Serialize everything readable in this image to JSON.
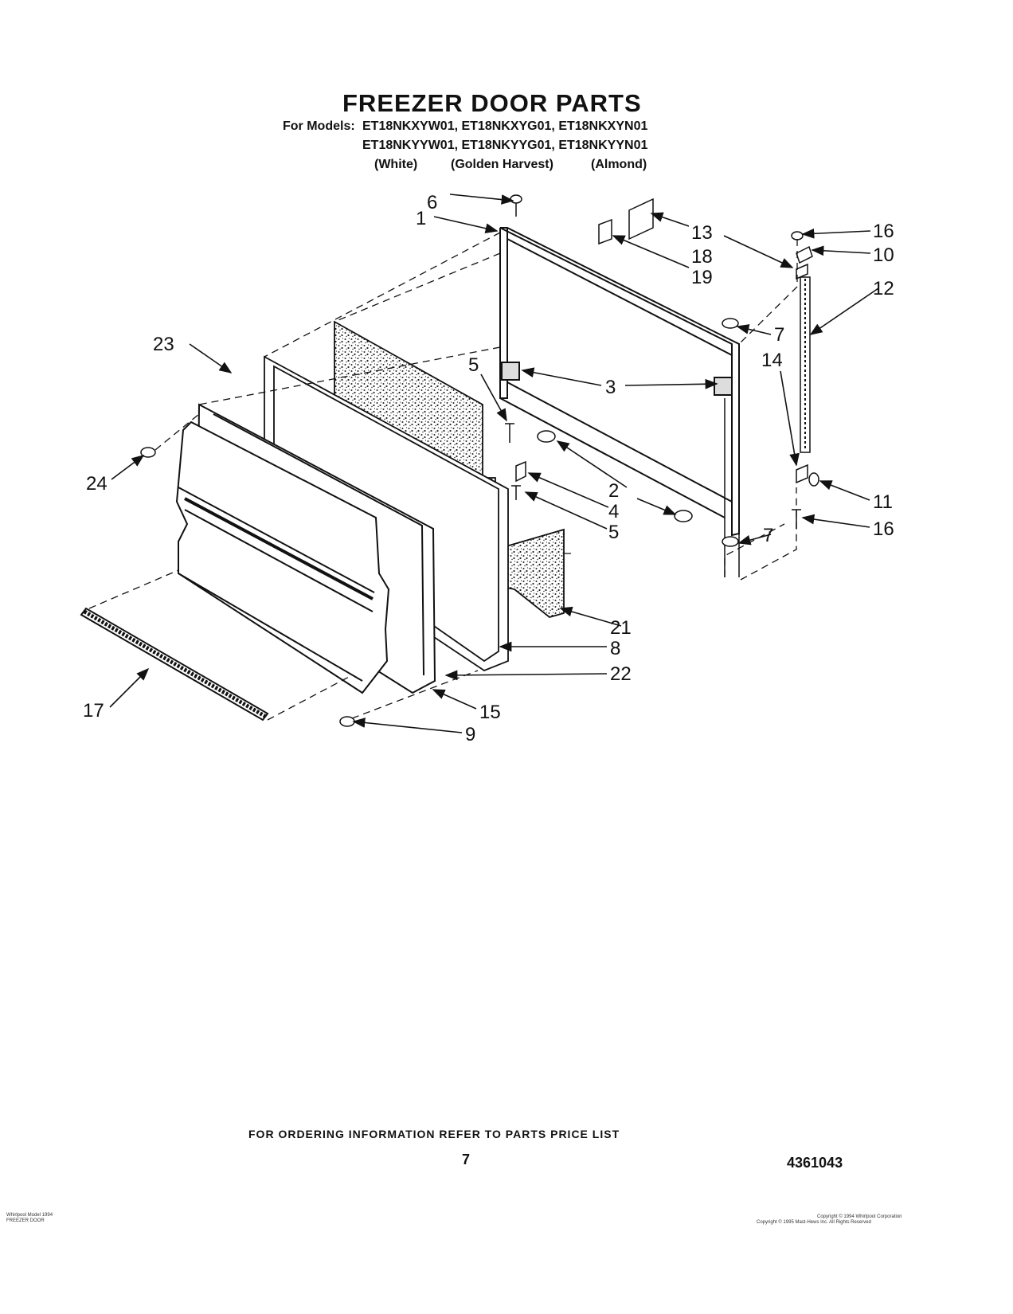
{
  "header": {
    "title": "FREEZER DOOR PARTS",
    "models_prefix": "For Models:",
    "models_row1": "ET18NKXYW01, ET18NKXYG01, ET18NKXYN01",
    "models_row2": "ET18NKYYW01, ET18NKYYG01, ET18NKYYN01",
    "colors": [
      "(White)",
      "(Golden Harvest)",
      "(Almond)"
    ]
  },
  "callouts": [
    "1",
    "2",
    "3",
    "4",
    "5",
    "5",
    "6",
    "7",
    "7",
    "8",
    "9",
    "10",
    "11",
    "12",
    "13",
    "14",
    "15",
    "16",
    "16",
    "17",
    "18",
    "19",
    "21",
    "22",
    "23",
    "24"
  ],
  "footer": {
    "ordering_note": "FOR ORDERING INFORMATION REFER TO PARTS PRICE LIST",
    "page_number": "7",
    "document_number": "4361043",
    "fine_print_left_1": "Whirlpool Model 1994",
    "fine_print_left_2": "FREEZER DOOR",
    "fine_print_right_1": "Copyright © 1994 Whirlpool Corporation",
    "fine_print_right_2": "Copyright © 1995 Mast-Hews Inc. All Rights Reserved"
  }
}
